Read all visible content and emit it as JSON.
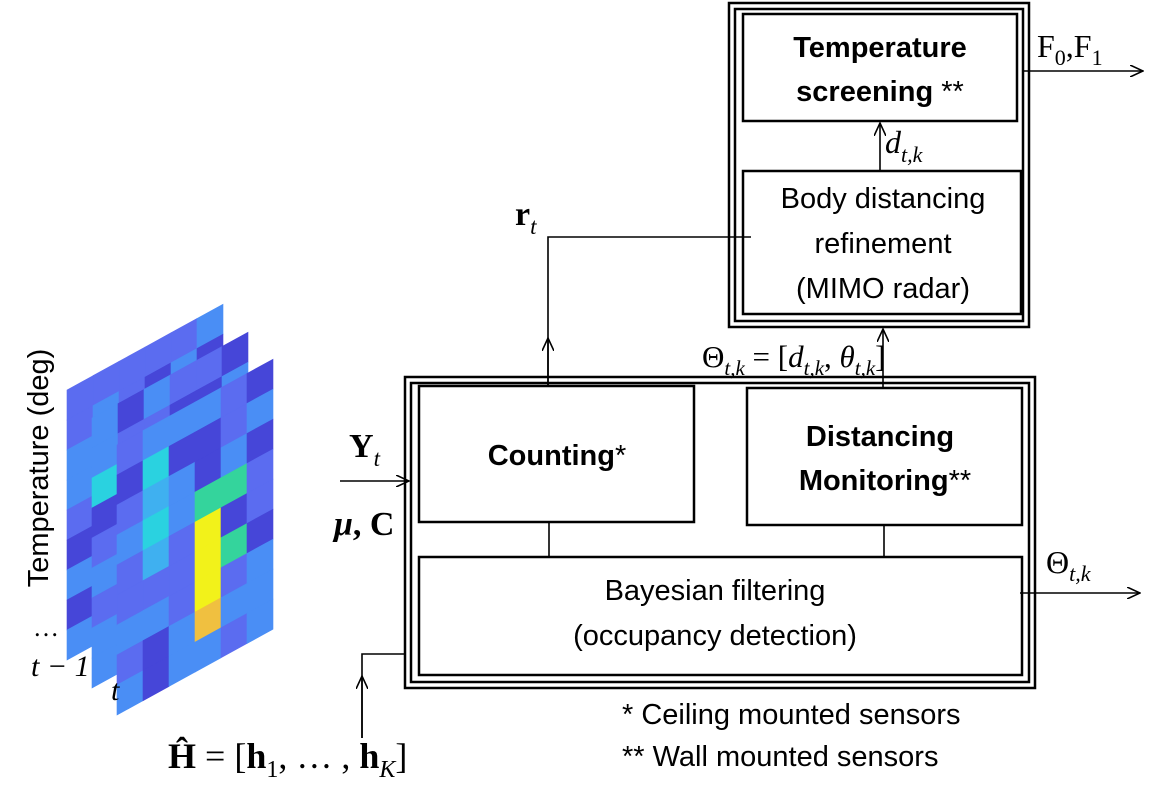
{
  "blocks": {
    "temperature_screening": {
      "line1": "Temperature",
      "line2": "screening",
      "mark": " **"
    },
    "body_distancing": {
      "line1": "Body distancing",
      "line2": "refinement",
      "line3": "(MIMO radar)"
    },
    "counting": {
      "label": "Counting",
      "mark": "*"
    },
    "distancing_monitoring": {
      "line1": "Distancing",
      "line2": "Monitoring",
      "mark": "**"
    },
    "bayesian_filtering": {
      "line1": "Bayesian filtering",
      "line2": "(occupancy detection)"
    }
  },
  "signals": {
    "outputs_F": {
      "F0": "F",
      "F0_sub": "0",
      "sep": ",",
      "F1": "F",
      "F1_sub": "1"
    },
    "d_tk": {
      "base": "d",
      "sub": "t,k"
    },
    "r_t": {
      "base": "r",
      "sub": "t"
    },
    "theta_vec": {
      "lhs": "Θ",
      "lhs_sub": "t,k",
      "eq": " = [",
      "d": "d",
      "d_sub": "t,k",
      "comma": ", ",
      "theta": "θ",
      "theta_sub": "t,k",
      "close": "]"
    },
    "theta_out": {
      "base": "Θ",
      "sub": "t,k"
    },
    "Y_t": {
      "base": "Y",
      "sub": "t"
    },
    "mu_C": {
      "mu": "μ",
      "rest": ", C"
    },
    "H_hat": {
      "lhs": "Ĥ",
      "eq": " = [",
      "h1": "h",
      "h1_sub": "1",
      "dots": ", … , ",
      "hK": "h",
      "hK_sub": "K",
      "close": "]"
    }
  },
  "heatmap": {
    "ylabel": "Temperature (deg)",
    "frame_labels": {
      "ellipsis": "…",
      "prev": "t − 1",
      "curr": "t"
    },
    "colors": [
      "#4646d8",
      "#5b6cf0",
      "#4a8ef5",
      "#3fb0f0",
      "#2ad2e0",
      "#34d49c",
      "#f2f21a"
    ]
  },
  "notes": {
    "ceiling": "* Ceiling mounted sensors",
    "wall": "** Wall mounted sensors"
  },
  "colors": {
    "line": "#000000",
    "background": "#ffffff"
  }
}
